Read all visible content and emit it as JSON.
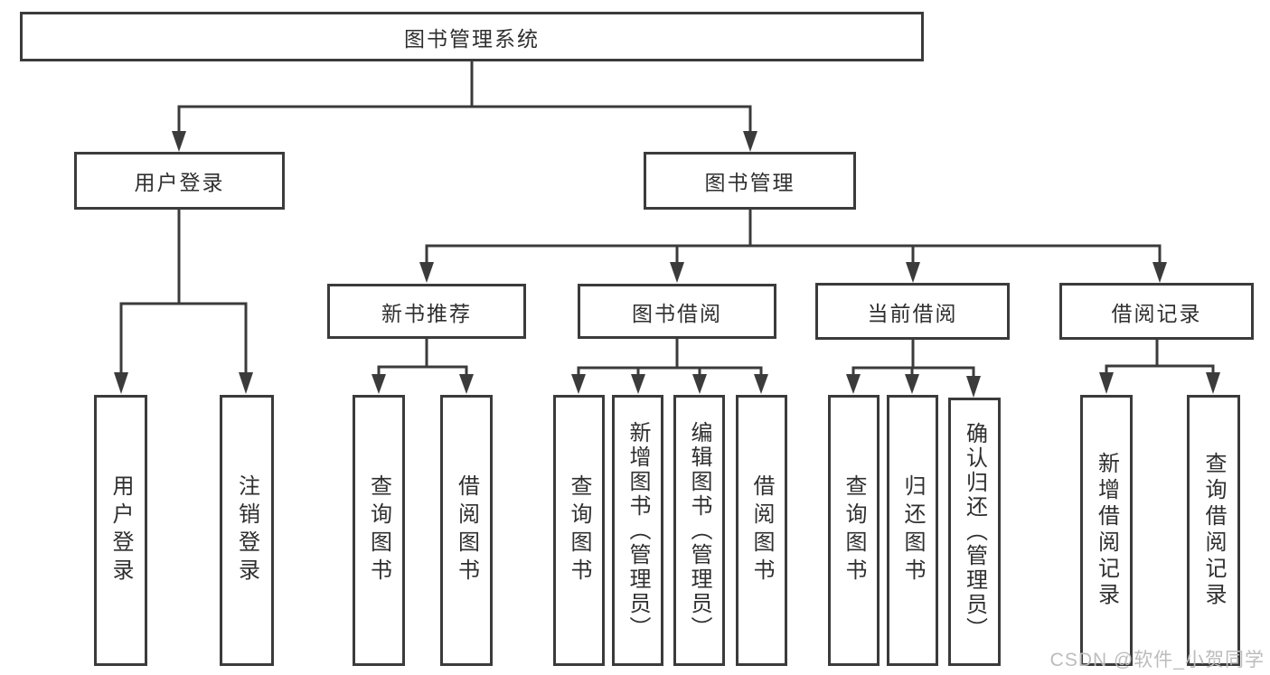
{
  "diagram": {
    "root": {
      "label": "图书管理系统"
    },
    "level2": [
      {
        "label": "用户登录",
        "children": [
          {
            "label": "用户登录"
          },
          {
            "label": "注销登录"
          }
        ]
      },
      {
        "label": "图书管理"
      }
    ],
    "level3": [
      {
        "label": "新书推荐",
        "children": [
          {
            "label": "查询图书"
          },
          {
            "label": "借阅图书"
          }
        ]
      },
      {
        "label": "图书借阅",
        "children": [
          {
            "label": "查询图书"
          },
          {
            "label": "新增图书（管理员）"
          },
          {
            "label": "编辑图书（管理员）"
          },
          {
            "label": "借阅图书"
          }
        ]
      },
      {
        "label": "当前借阅",
        "children": [
          {
            "label": "查询图书"
          },
          {
            "label": "归还图书"
          },
          {
            "label": "确认归还（管理员）"
          }
        ]
      },
      {
        "label": "借阅记录",
        "children": [
          {
            "label": "新增借阅记录"
          },
          {
            "label": "查询借阅记录"
          }
        ]
      }
    ]
  },
  "watermark": {
    "text": "CSDN @软件_小贺同学"
  },
  "colors": {
    "line": "#3b3b3b",
    "box_border": "#3b3b3b",
    "text": "#2f2f2f",
    "background": "#ffffff",
    "watermark": "#bcbcbc"
  }
}
